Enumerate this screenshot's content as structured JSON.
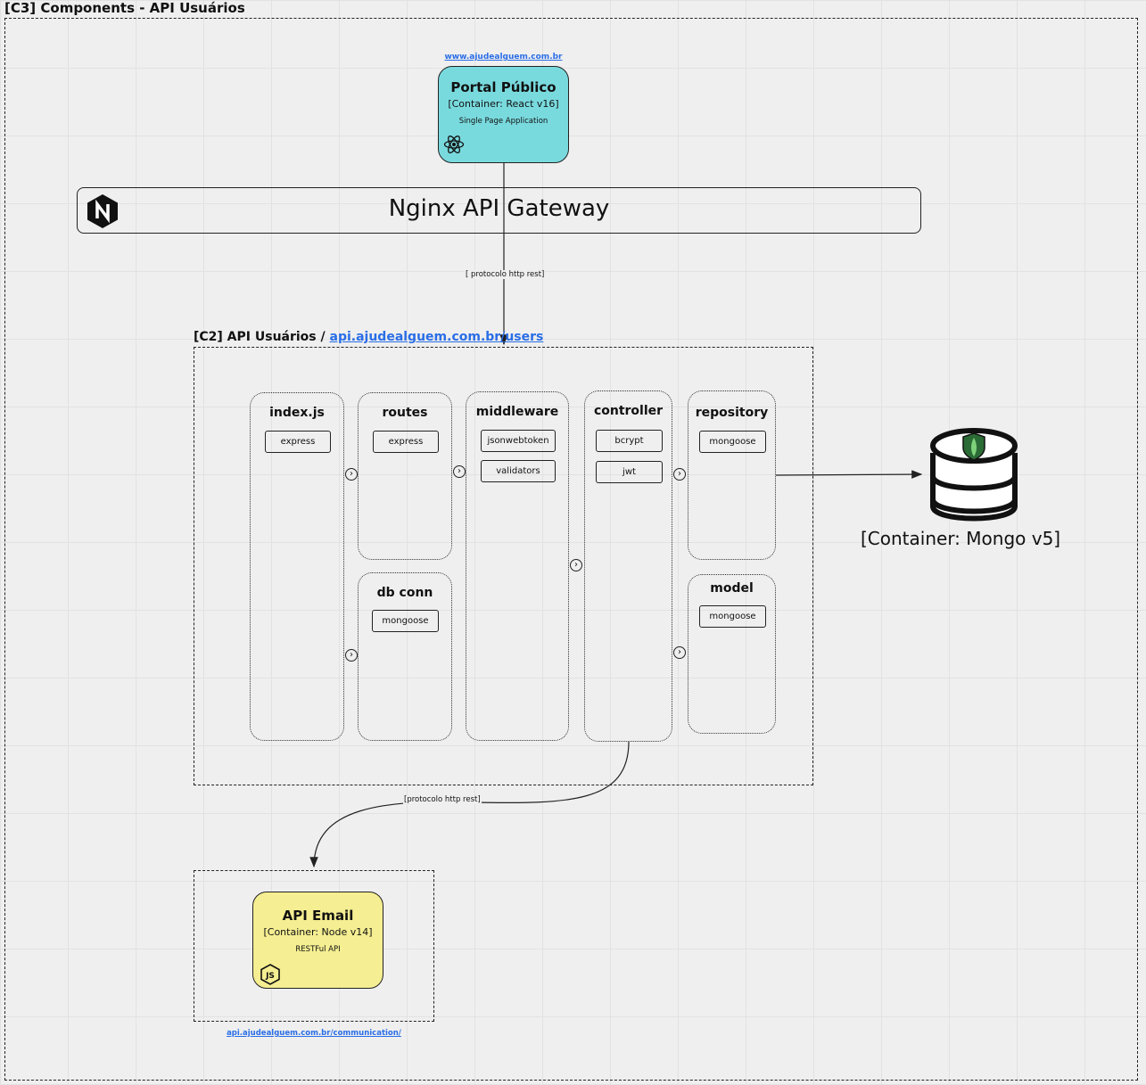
{
  "frame": {
    "title": "[C3] Components - API Usuários"
  },
  "portal": {
    "url": "www.ajudealguem.com.br",
    "title": "Portal Público",
    "container": "[Container: React v16]",
    "description": "Single Page Application",
    "icon": "react-icon",
    "color": "#79dade"
  },
  "gateway": {
    "label": "Nginx API Gateway",
    "icon": "nginx-icon"
  },
  "edges": {
    "gateway_to_api": "[ protocolo http rest]",
    "controller_to_email": "[protocolo http rest]"
  },
  "api_usuarios": {
    "title_prefix": "[C2] API Usuários /",
    "url": "api.ajudealguem.com.br/users"
  },
  "components": {
    "index": {
      "title": "index.js",
      "libs": [
        "express"
      ]
    },
    "routes": {
      "title": "routes",
      "libs": [
        "express"
      ]
    },
    "dbconn": {
      "title": "db conn",
      "libs": [
        "mongoose"
      ]
    },
    "middleware": {
      "title": "middleware",
      "libs": [
        "jsonwebtoken",
        "validators"
      ]
    },
    "controller": {
      "title": "controller",
      "libs": [
        "bcrypt",
        "jwt"
      ]
    },
    "repository": {
      "title": "repository",
      "libs": [
        "mongoose"
      ]
    },
    "model": {
      "title": "model",
      "libs": [
        "mongoose"
      ]
    }
  },
  "database": {
    "label": "[Container: Mongo v5]",
    "icon": "mongodb-database-icon"
  },
  "email": {
    "title": "API Email",
    "container": "[Container: Node v14]",
    "description": "RESTFul API",
    "url": "api.ajudealguem.com.br/communication/",
    "icon": "nodejs-icon",
    "color": "#f5ee92"
  }
}
